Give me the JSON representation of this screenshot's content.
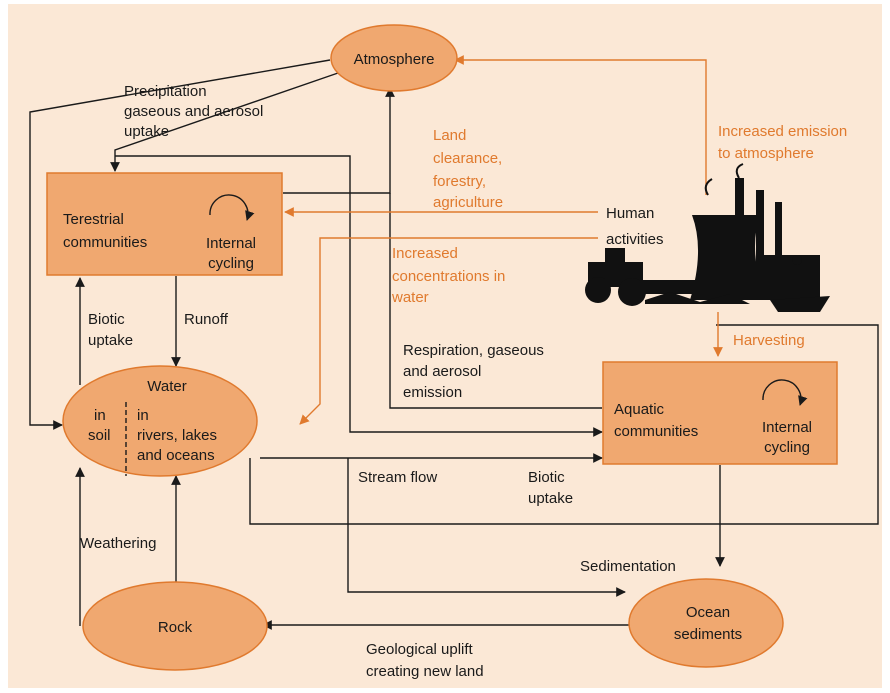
{
  "nodes": {
    "atmosphere": "Atmosphere",
    "terrestrial": [
      "Terestrial",
      "communities"
    ],
    "terrestrial_cycle": [
      "Internal",
      "cycling"
    ],
    "water": "Water",
    "water_soil": [
      "in",
      "soil"
    ],
    "water_rivers": [
      "in",
      "rivers, lakes",
      "and oceans"
    ],
    "aquatic": [
      "Aquatic",
      "communities"
    ],
    "aquatic_cycle": [
      "Internal",
      "cycling"
    ],
    "rock": "Rock",
    "ocean": [
      "Ocean",
      "sediments"
    ],
    "human": [
      "Human",
      "activities"
    ]
  },
  "labels": {
    "precipitation": [
      "Precipitation",
      "gaseous and aerosol",
      "uptake"
    ],
    "land_clearance": [
      "Land",
      "clearance,",
      "forestry,",
      "agriculture"
    ],
    "increased_emission": [
      "Increased emission",
      "to atmosphere"
    ],
    "increased_conc": [
      "Increased",
      "concentrations in",
      "water"
    ],
    "biotic_uptake_left": [
      "Biotic",
      "uptake"
    ],
    "runoff": "Runoff",
    "harvesting": "Harvesting",
    "respiration": [
      "Respiration, gaseous",
      "and aerosol",
      "emission"
    ],
    "stream_flow": "Stream flow",
    "biotic_uptake_right": [
      "Biotic",
      "uptake"
    ],
    "weathering": "Weathering",
    "sedimentation": "Sedimentation",
    "geological": [
      "Geological uplift",
      "creating new land"
    ]
  },
  "colors": {
    "panel_background": "#fbe8d6",
    "node_fill": "#f0a870",
    "accent_orange": "#e07a2e",
    "line_black": "#1a1a1a"
  }
}
